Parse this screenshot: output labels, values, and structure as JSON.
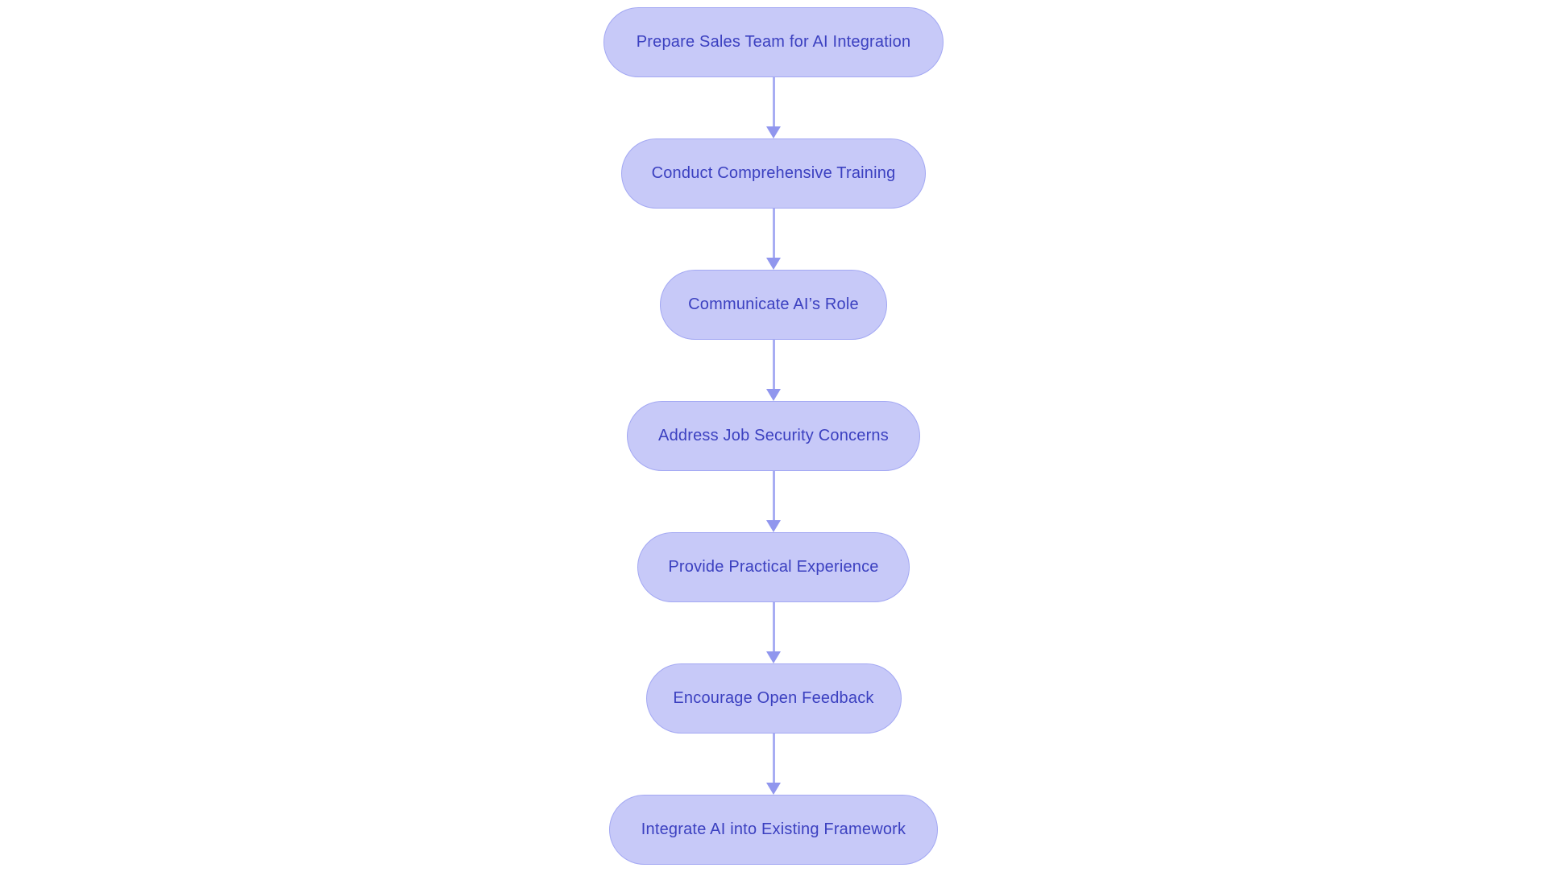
{
  "diagram": {
    "type": "flowchart",
    "direction": "top-down",
    "background_color": "#ffffff",
    "node_fill_color": "#c7c9f8",
    "node_border_color": "#a3a8f3",
    "node_text_color": "#3b40c0",
    "arrow_stem_color": "#a8adf3",
    "arrow_head_color": "#9096ee",
    "nodes": [
      {
        "id": 1,
        "label": "Prepare Sales Team for AI Integration"
      },
      {
        "id": 2,
        "label": "Conduct Comprehensive Training"
      },
      {
        "id": 3,
        "label": "Communicate AI’s Role"
      },
      {
        "id": 4,
        "label": "Address Job Security Concerns"
      },
      {
        "id": 5,
        "label": "Provide Practical Experience"
      },
      {
        "id": 6,
        "label": "Encourage Open Feedback"
      },
      {
        "id": 7,
        "label": "Integrate AI into Existing Framework"
      }
    ],
    "edges": [
      {
        "from": 1,
        "to": 2
      },
      {
        "from": 2,
        "to": 3
      },
      {
        "from": 3,
        "to": 4
      },
      {
        "from": 4,
        "to": 5
      },
      {
        "from": 5,
        "to": 6
      },
      {
        "from": 6,
        "to": 7
      }
    ]
  }
}
